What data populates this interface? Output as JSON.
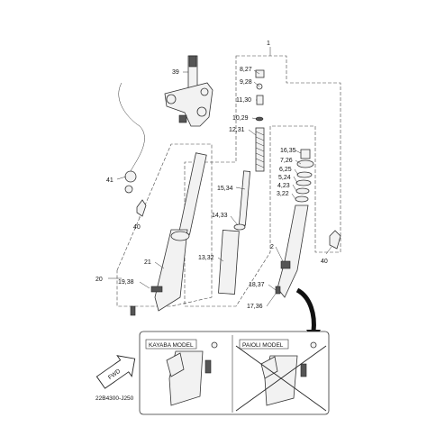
{
  "callouts": [
    {
      "id": "c1",
      "text": "1"
    },
    {
      "id": "c39",
      "text": "39"
    },
    {
      "id": "c827",
      "text": "8,27"
    },
    {
      "id": "c928",
      "text": "9,28"
    },
    {
      "id": "c1130",
      "text": "11,30"
    },
    {
      "id": "c1029",
      "text": "10,29"
    },
    {
      "id": "c1231",
      "text": "12,31"
    },
    {
      "id": "c1635",
      "text": "16,35"
    },
    {
      "id": "c726",
      "text": "7,26"
    },
    {
      "id": "c625",
      "text": "6,25"
    },
    {
      "id": "c524",
      "text": "5,24"
    },
    {
      "id": "c423",
      "text": "4,23"
    },
    {
      "id": "c322",
      "text": "3,22"
    },
    {
      "id": "c1534",
      "text": "15,34"
    },
    {
      "id": "c1433",
      "text": "14,33"
    },
    {
      "id": "c1332",
      "text": "13,32"
    },
    {
      "id": "c41",
      "text": "41"
    },
    {
      "id": "c40a",
      "text": "40"
    },
    {
      "id": "c40b",
      "text": "40"
    },
    {
      "id": "c2",
      "text": "2"
    },
    {
      "id": "c21",
      "text": "21"
    },
    {
      "id": "c20",
      "text": "20"
    },
    {
      "id": "c1938",
      "text": "19,38"
    },
    {
      "id": "c1837",
      "text": "18,37"
    },
    {
      "id": "c1736",
      "text": "17,36"
    }
  ],
  "models": {
    "kayaba": "KAYABA MODEL",
    "paioli": "PAIOLI MODEL"
  },
  "fwd_label": "FWD",
  "diagram_code": "22B4300-J250"
}
